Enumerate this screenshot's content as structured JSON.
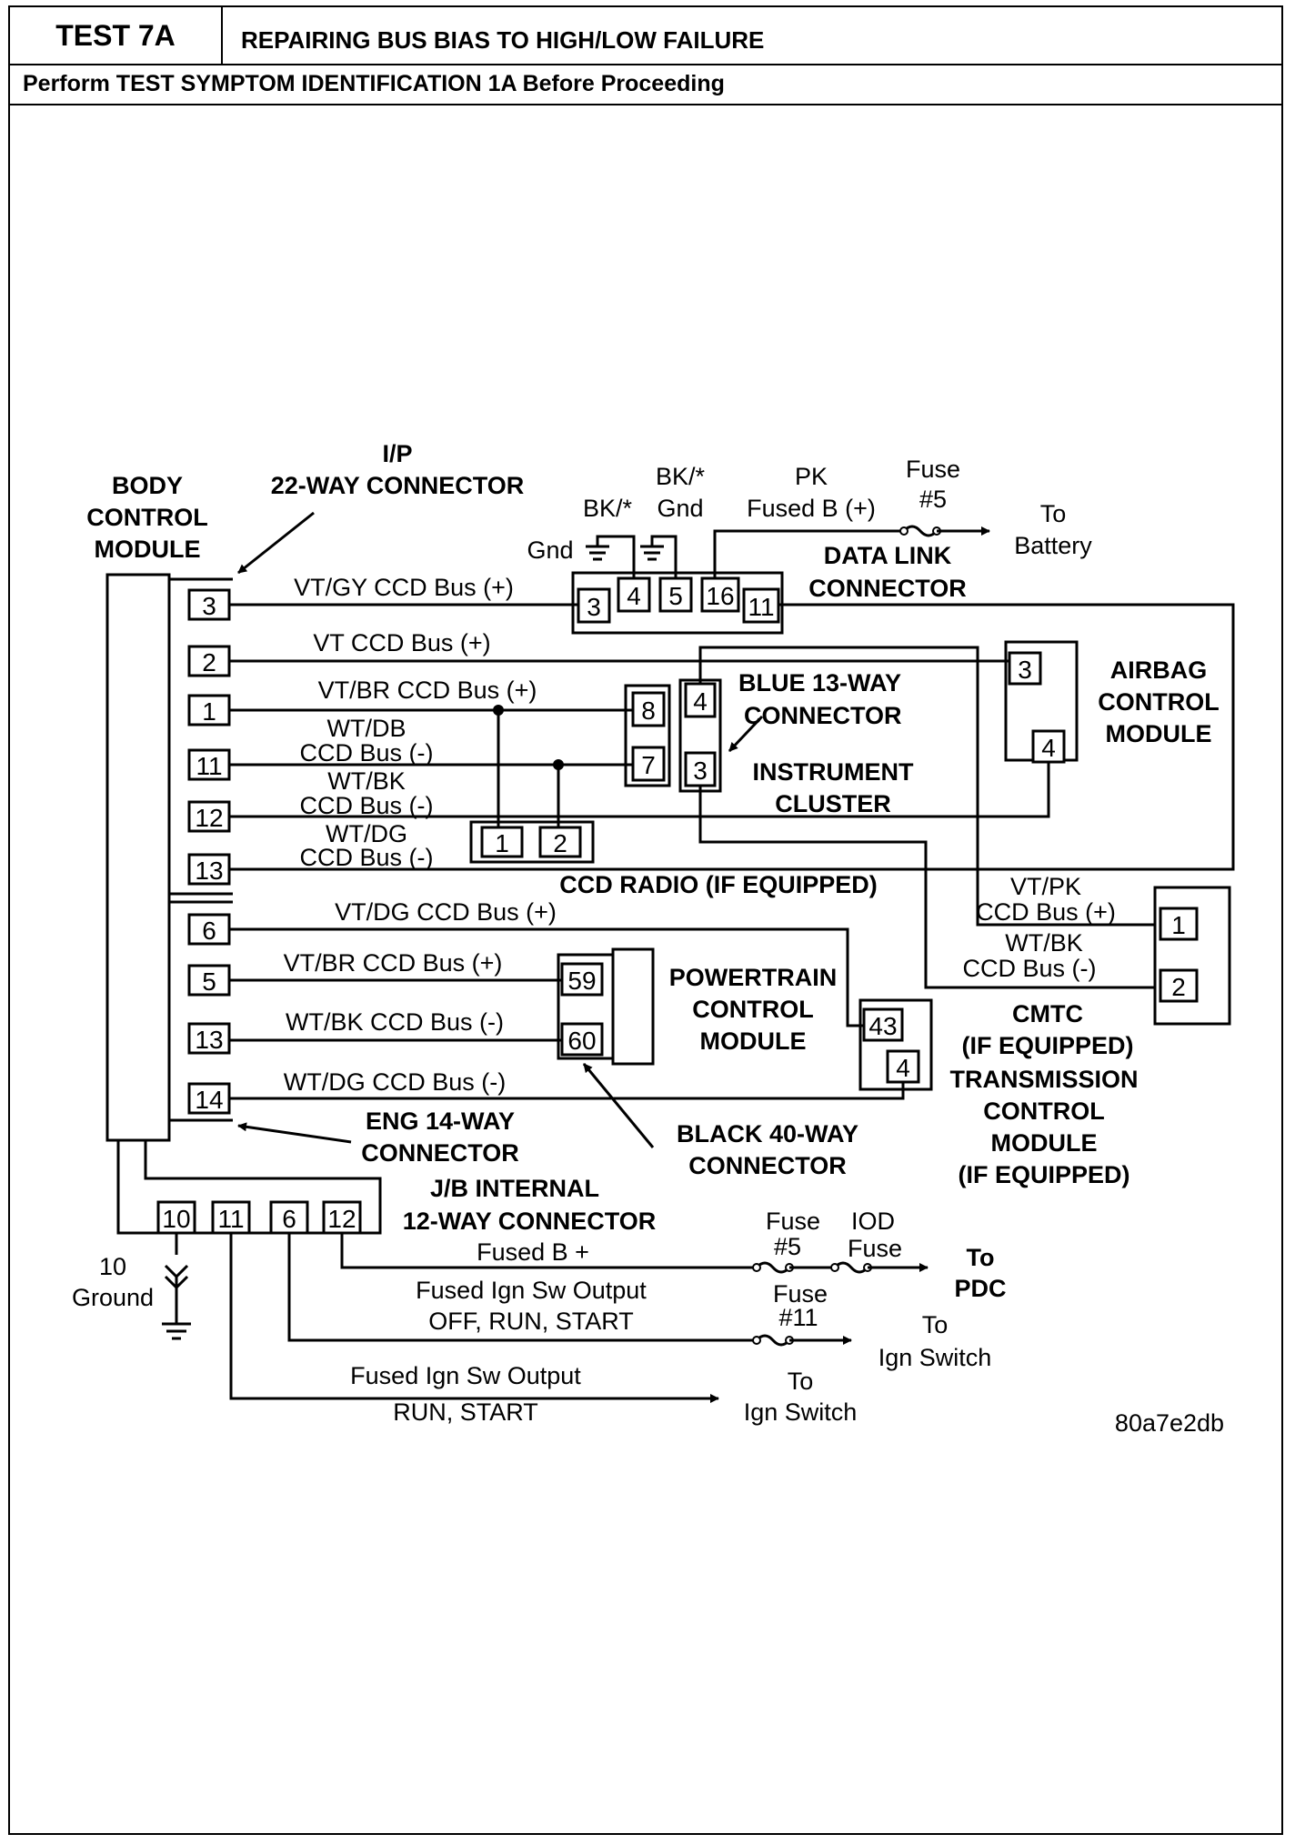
{
  "header": {
    "test_id": "TEST 7A",
    "title": "REPAIRING BUS BIAS TO HIGH/LOW FAILURE",
    "prereq": "Perform TEST SYMPTOM IDENTIFICATION 1A Before Proceeding"
  },
  "labels": {
    "ip_line1": "I/P",
    "ip_line2": "22-WAY CONNECTOR",
    "bcm_1": "BODY",
    "bcm_2": "CONTROL",
    "bcm_3": "MODULE",
    "bk_gnd_a1": "BK/*",
    "bk_gnd_a2": "Gnd",
    "bk_gnd_b1": "BK/*",
    "bk_gnd_b2": "Gnd",
    "pk_1": "PK",
    "pk_2": "Fused B (+)",
    "fuse5_1": "Fuse",
    "fuse5_2": "#5",
    "to_battery_1": "To",
    "to_battery_2": "Battery",
    "dlc_1": "DATA LINK",
    "dlc_2": "CONNECTOR",
    "w_vtgy": "VT/GY  CCD Bus (+)",
    "w_vt": "VT  CCD Bus (+)",
    "w_vtbr": "VT/BR  CCD Bus (+)",
    "w_wtdb_1": "WT/DB",
    "w_wtdb_2": "CCD Bus (-)",
    "w_wtbk_1": "WT/BK",
    "w_wtbk_2": "CCD Bus (-)",
    "w_wtdg_1": "WT/DG",
    "w_wtdg_2": "CCD Bus (-)",
    "blue13_1": "BLUE 13-WAY",
    "blue13_2": "CONNECTOR",
    "ic_1": "INSTRUMENT",
    "ic_2": "CLUSTER",
    "airbag_1": "AIRBAG",
    "airbag_2": "CONTROL",
    "airbag_3": "MODULE",
    "ccd_radio": "CCD RADIO (IF EQUIPPED)",
    "w_vtpk_1": "VT/PK",
    "w_vtpk_2": "CCD Bus (+)",
    "w_wtbk2_1": "WT/BK",
    "w_wtbk2_2": "CCD Bus (-)",
    "cmtc_1": "CMTC",
    "cmtc_2": "(IF EQUIPPED)",
    "w_vtdg": "VT/DG  CCD Bus (+)",
    "w_vtbr2": "VT/BR  CCD Bus (+)",
    "w_wtbk3": "WT/BK  CCD Bus (-)",
    "w_wtdg2": "WT/DG  CCD Bus (-)",
    "pcm_1": "POWERTRAIN",
    "pcm_2": "CONTROL",
    "pcm_3": "MODULE",
    "tcm_1": "TRANSMISSION",
    "tcm_2": "CONTROL",
    "tcm_3": "MODULE",
    "tcm_4": "(IF EQUIPPED)",
    "eng14_1": "ENG 14-WAY",
    "eng14_2": "CONNECTOR",
    "black40_1": "BLACK 40-WAY",
    "black40_2": "CONNECTOR",
    "jb_1": "J/B INTERNAL",
    "jb_2": "12-WAY CONNECTOR",
    "fused_b": "Fused B +",
    "fuse5b_1": "Fuse",
    "fuse5b_2": "#5",
    "iod_1": "IOD",
    "iod_2": "Fuse",
    "to_pdc_1": "To",
    "to_pdc_2": "PDC",
    "ground_1": "10",
    "ground_2": "Ground",
    "ign_out1_1": "Fused Ign Sw Output",
    "ign_out1_2": "OFF, RUN, START",
    "fuse11_1": "Fuse",
    "fuse11_2": "#11",
    "to_ign1_1": "To",
    "to_ign1_2": "Ign Switch",
    "ign_out2_1": "Fused Ign Sw Output",
    "ign_out2_2": "RUN, START",
    "to_ign2_1": "To",
    "to_ign2_2": "Ign Switch",
    "fig_id": "80a7e2db"
  },
  "pins": {
    "bcm_ip": [
      "3",
      "2",
      "1",
      "11",
      "12",
      "13"
    ],
    "bcm_eng": [
      "6",
      "5",
      "13",
      "14"
    ],
    "dlc": [
      "3",
      "4",
      "5",
      "16",
      "11"
    ],
    "ic_left": [
      "8",
      "7"
    ],
    "ic_right": [
      "4",
      "3"
    ],
    "radio": [
      "1",
      "2"
    ],
    "airbag": [
      "3",
      "4"
    ],
    "cmtc": [
      "1",
      "2"
    ],
    "pcm": [
      "59",
      "60"
    ],
    "tcm": [
      "43",
      "4"
    ],
    "jb": [
      "10",
      "11",
      "6",
      "12"
    ]
  }
}
